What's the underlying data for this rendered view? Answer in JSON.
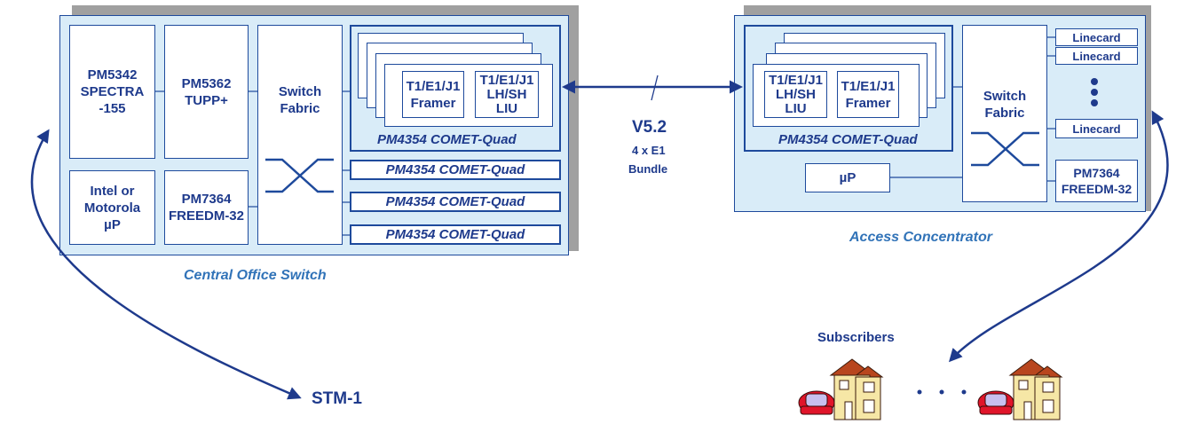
{
  "central_office": {
    "caption": "Central Office Switch",
    "spectra": [
      "PM5342",
      "SPECTRA",
      "-155"
    ],
    "tupp": [
      "PM5362",
      "TUPP+"
    ],
    "switch_fabric": [
      "Switch",
      "Fabric"
    ],
    "intel": [
      "Intel or",
      "Motorola",
      "µP"
    ],
    "freedm": [
      "PM7364",
      "FREEDM-32"
    ],
    "framer": [
      "T1/E1/J1",
      "Framer"
    ],
    "liu": [
      "T1/E1/J1",
      "LH/SH",
      "LIU"
    ],
    "comet_label": "PM4354 COMET-Quad",
    "comet_rows": [
      "PM4354 COMET-Quad",
      "PM4354 COMET-Quad",
      "PM4354 COMET-Quad"
    ]
  },
  "link": {
    "title": "V5.2",
    "sub": [
      "4 x E1",
      "Bundle"
    ]
  },
  "access": {
    "caption": "Access Concentrator",
    "liu": [
      "T1/E1/J1",
      "LH/SH",
      "LIU"
    ],
    "framer": [
      "T1/E1/J1",
      "Framer"
    ],
    "comet_label": "PM4354 COMET-Quad",
    "up": "µP",
    "switch_fabric": [
      "Switch",
      "Fabric"
    ],
    "linecards": [
      "Linecard",
      "Linecard",
      "Linecard"
    ],
    "freedm": [
      "PM7364",
      "FREEDM-32"
    ]
  },
  "stm": "STM-1",
  "subscribers": "Subscribers",
  "colors": {
    "dark_blue": "#1e3a8c",
    "caption_blue": "#3173b8",
    "panel": "#d9ecf8",
    "shadow": "#a0a0a0"
  }
}
